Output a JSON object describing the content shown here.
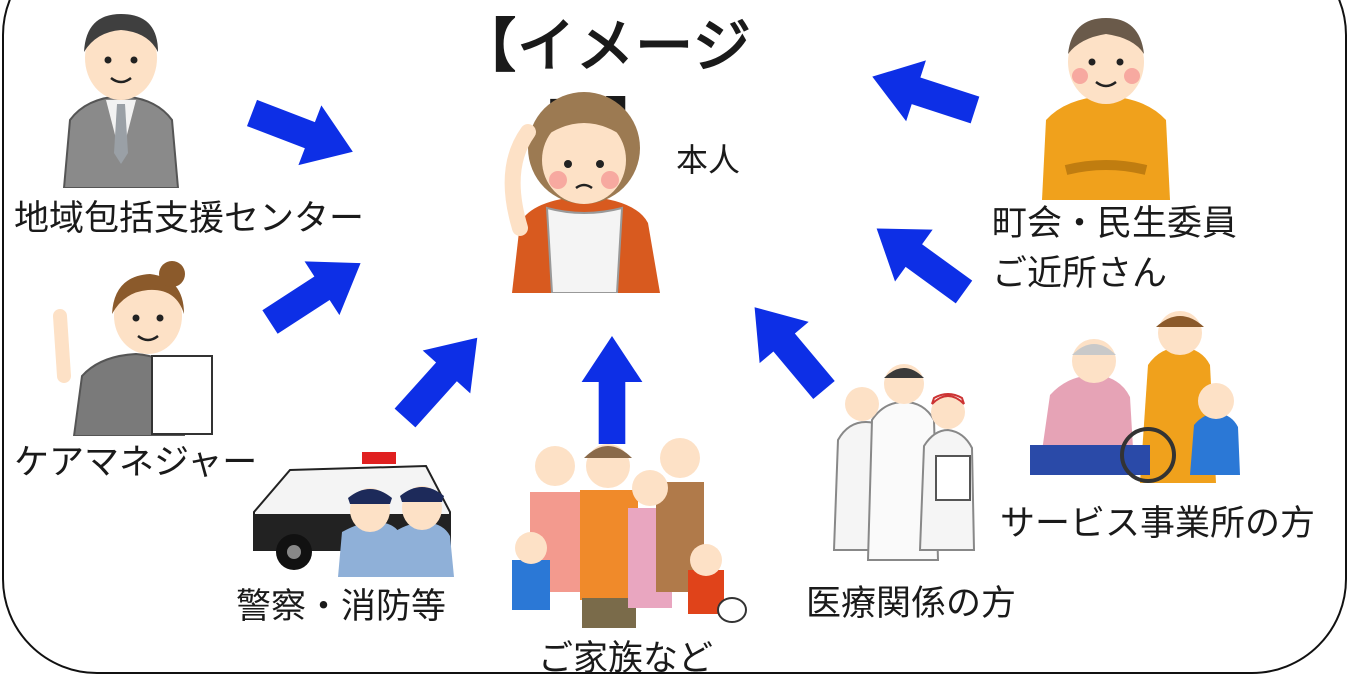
{
  "title": "【イメージ図】",
  "center": {
    "label": "本人"
  },
  "actors": [
    {
      "id": "chiiki",
      "label": "地域包括支援センター"
    },
    {
      "id": "caremanager",
      "label": "ケアマネジャー"
    },
    {
      "id": "police",
      "label": "警察・消防等"
    },
    {
      "id": "family",
      "label": "ご家族など"
    },
    {
      "id": "medical",
      "label": "医療関係の方"
    },
    {
      "id": "service",
      "label": "サービス事業所の方"
    },
    {
      "id": "community",
      "label": "町会・民生委員",
      "label2": "ご近所さん"
    }
  ],
  "colors": {
    "arrow": "#0d2fe6",
    "frame": "#111111"
  }
}
